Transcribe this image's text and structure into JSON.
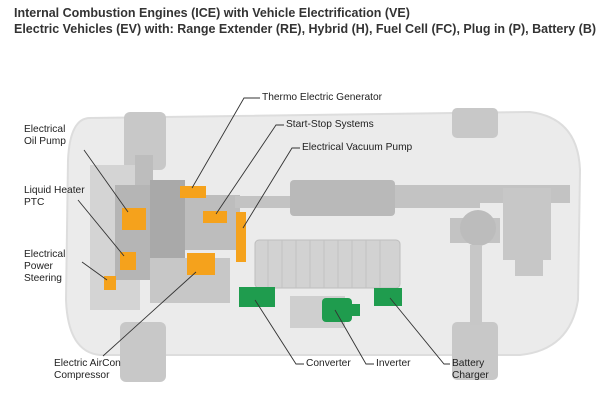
{
  "title_line1": "Internal Combustion Engines (ICE) with Vehicle Electrification (VE)",
  "title_line2": "Electric Vehicles (EV) with: Range Extender (RE), Hybrid (H), Fuel Cell (FC), Plug in (P), Battery (B)",
  "labels": {
    "oil_pump": [
      "Electrical",
      "Oil Pump"
    ],
    "liquid_heater": [
      "Liquid Heater",
      "PTC"
    ],
    "power_steering": [
      "Electrical",
      "Power",
      "Steering"
    ],
    "aircon": [
      "Electric AirCon",
      "Compressor"
    ],
    "thermo_generator": "Thermo Electric Generator",
    "start_stop": "Start-Stop Systems",
    "vacuum_pump": "Electrical Vacuum Pump",
    "converter": "Converter",
    "inverter": "Inverter",
    "battery_charger": [
      "Battery",
      "Charger"
    ]
  },
  "colors": {
    "orange_component": "#f5a21c",
    "green_component": "#1f9c4e",
    "car_body": "#e9e9e9",
    "car_parts": "#c3c3c3",
    "leader_line": "#333333"
  }
}
